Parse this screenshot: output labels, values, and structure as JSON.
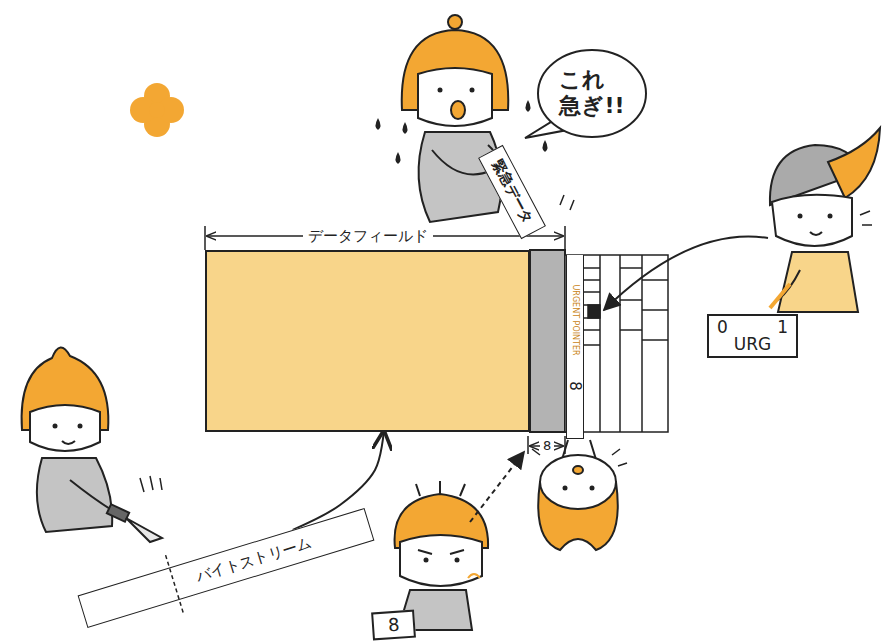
{
  "diagram": {
    "nodes": [
      {
        "text": [
          "これ 急ぎ!!"
        ]
      },
      {
        "text": [
          "緊急データ"
        ]
      },
      {
        "text": [
          "データフィールド"
        ]
      },
      {
        "text": [
          "URGENT POINTER",
          "8"
        ]
      },
      {
        "text": [
          "0",
          "URG",
          "1"
        ]
      },
      {
        "text": [
          "バイトストリーム"
        ]
      },
      {
        "text": [
          "8"
        ]
      }
    ],
    "edges": [
      {
        "from": 5,
        "to": 2,
        "arrow": "to"
      }
    ],
    "labels": [
      "8"
    ]
  }
}
